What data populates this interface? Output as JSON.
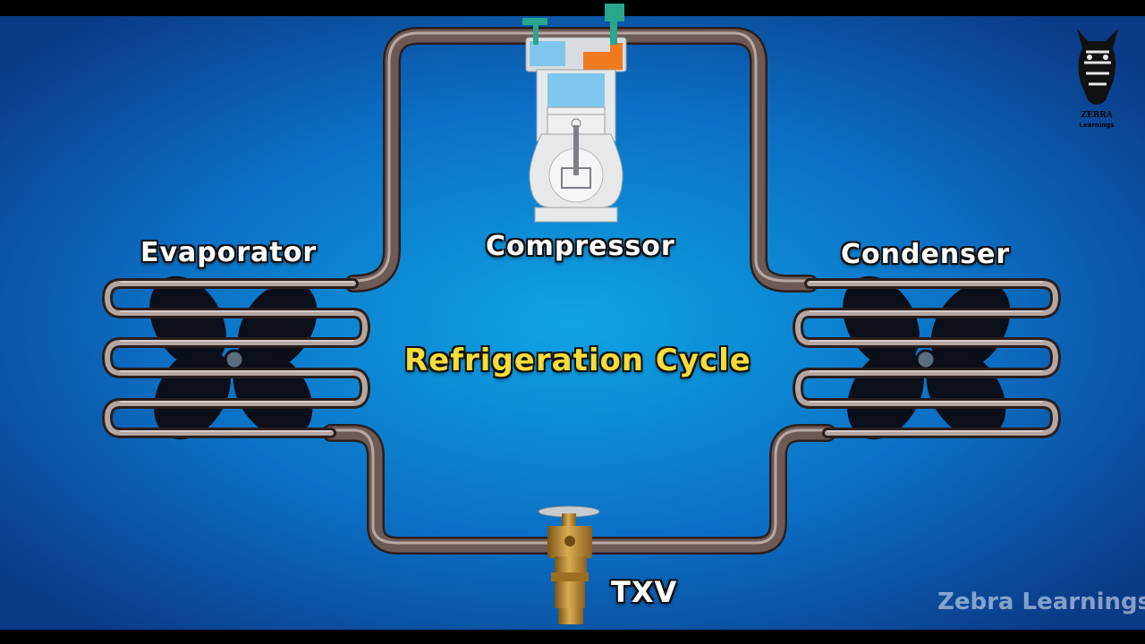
{
  "title": "Refrigeration Cycle",
  "components": {
    "evaporator": "Evaporator",
    "compressor": "Compressor",
    "condenser": "Condenser",
    "txv": "TXV"
  },
  "logo": {
    "line1": "ZEBRA",
    "line2": "Learnings"
  },
  "watermark": "Zebra Learnings",
  "colors": {
    "background_center": "#0a9fe0",
    "background_edge": "#0b2f7a",
    "pipe": "#6e5a55",
    "title_text": "#f5dc3a",
    "label_text": "#ffffff",
    "valve": "#b8892e",
    "compressor_body": "#e6e8ea",
    "compressor_chamber": "#7fc6ee",
    "compressor_orange": "#f07a1e",
    "compressor_teal": "#2aa58e"
  },
  "icons": [
    "zebra-head-icon",
    "fan-icon",
    "compressor-icon",
    "expansion-valve-icon"
  ]
}
